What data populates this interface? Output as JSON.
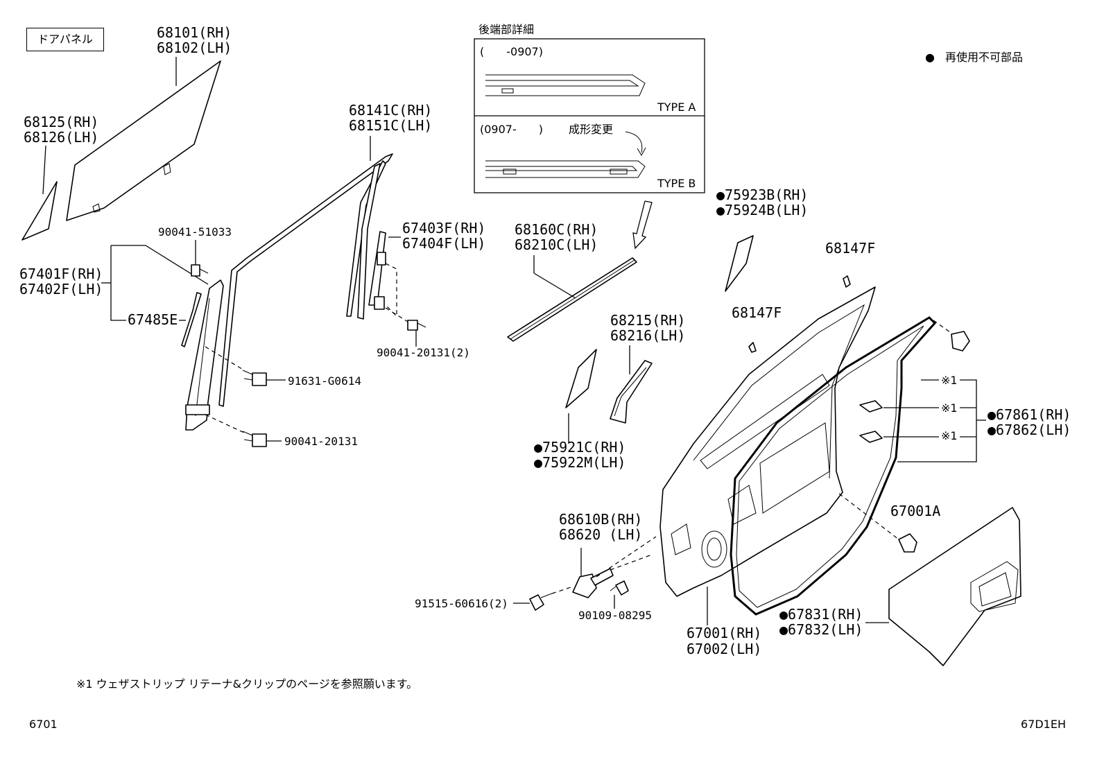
{
  "header": {
    "box_title": "ドアパネル",
    "legend_symbol": "●",
    "legend_text": "再使用不可部品"
  },
  "detail": {
    "title": "後端部詳細",
    "range_a": "(　　-0907)",
    "type_a": "TYPE A",
    "range_b": "(0907-　　)",
    "change_note": "成形変更",
    "type_b": "TYPE B"
  },
  "labels": {
    "p68101": "68101(RH)",
    "p68102": "68102(LH)",
    "p68125": "68125(RH)",
    "p68126": "68126(LH)",
    "p90041_51033": "90041-51033",
    "p67401f": "67401F(RH)",
    "p67402f": "67402F(LH)",
    "p67485e": "67485E",
    "p68141c": "68141C(RH)",
    "p68151c": "68151C(LH)",
    "p67403f": "67403F(RH)",
    "p67404f": "67404F(LH)",
    "p90041_20131_2": "90041-20131(2)",
    "p91631": "91631-G0614",
    "p90041_20131": "90041-20131",
    "p68160c": "68160C(RH)",
    "p68210c": "68210C(LH)",
    "p75923b": "●75923B(RH)",
    "p75924b": "●75924B(LH)",
    "p68147f_1": "68147F",
    "p68147f_2": "68147F",
    "p68215": "68215(RH)",
    "p68216": "68216(LH)",
    "p75921c": "●75921C(RH)",
    "p75922m": "●75922M(LH)",
    "p_ref1a": "※1",
    "p_ref1b": "※1",
    "p_ref1c": "※1",
    "p67861": "●67861(RH)",
    "p67862": "●67862(LH)",
    "p67001a": "67001A",
    "p68610b": "68610B(RH)",
    "p68620": "68620 (LH)",
    "p91515": "91515-60616(2)",
    "p90109": "90109-08295",
    "p67001": "67001(RH)",
    "p67002": "67002(LH)",
    "p67831": "●67831(RH)",
    "p67832": "●67832(LH)"
  },
  "footer": {
    "note": "※1 ウェザストリップ リテーナ&クリップのページを参照願います。",
    "left_code": "6701",
    "right_code": "67D1EH"
  }
}
